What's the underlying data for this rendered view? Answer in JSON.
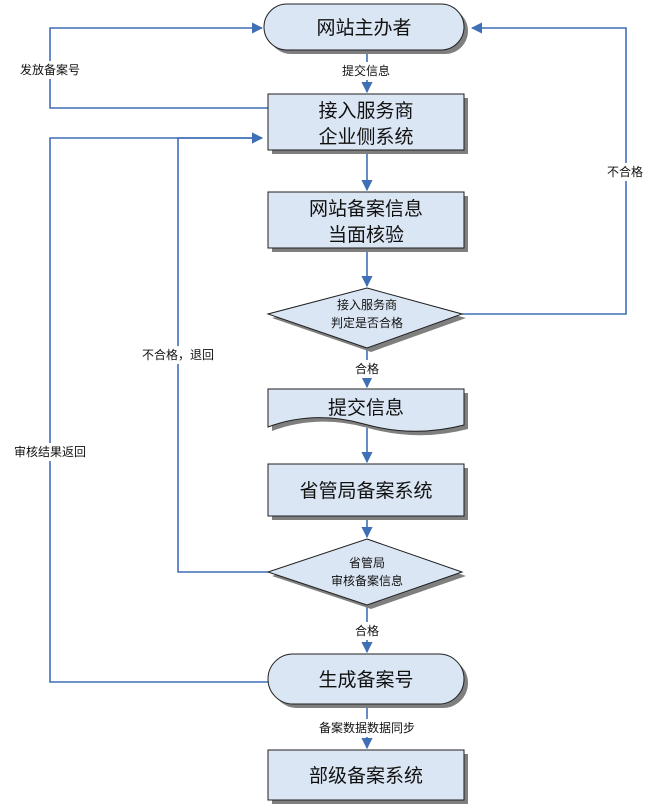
{
  "diagram": {
    "nodes": {
      "sponsor": "网站主办者",
      "isp_line1": "接入服务商",
      "isp_line2": "企业侧系统",
      "verify_line1": "网站备案信息",
      "verify_line2": "当面核验",
      "judge_line1": "接入服务商",
      "judge_line2": "判定是否合格",
      "submit": "提交信息",
      "provincial": "省管局备案系统",
      "review_line1": "省管局",
      "review_line2": "审核备案信息",
      "generate": "生成备案号",
      "ministry": "部级备案系统"
    },
    "edges": {
      "submit_info": "提交信息",
      "issue_number": "发放备案号",
      "unqualified_right": "不合格",
      "unqualified_return": "不合格，退回",
      "review_result_return": "审核结果返回",
      "qualified_1": "合格",
      "qualified_2": "合格",
      "data_sync": "备案数据数据同步"
    },
    "colors": {
      "box_fill": "#dbe6f4",
      "connector": "#3f6fb5",
      "border": "#1f1f1f"
    }
  }
}
